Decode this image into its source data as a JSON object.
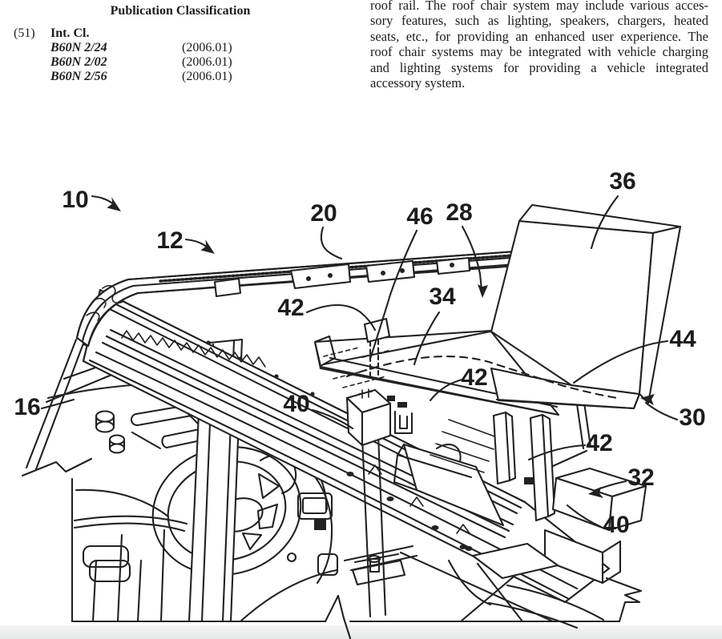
{
  "classification": {
    "heading": "Publication Classification",
    "field_number": "(51)",
    "int_cl_label": "Int. Cl.",
    "entries": [
      {
        "code": "B60N 2/24",
        "date": "(2006.01)"
      },
      {
        "code": "B60N 2/02",
        "date": "(2006.01)"
      },
      {
        "code": "B60N 2/56",
        "date": "(2006.01)"
      }
    ]
  },
  "abstract": {
    "lines": [
      "roof rail. The roof chair system may include various acces-",
      "sory features, such as lighting, speakers, chargers, heated",
      "seats, etc., for providing an enhanced user experience. The",
      "roof chair systems may be integrated with vehicle charging",
      "and lighting systems for providing a vehicle integrated",
      "accessory system."
    ]
  },
  "figure": {
    "labels": [
      {
        "ref": "10"
      },
      {
        "ref": "12"
      },
      {
        "ref": "20"
      },
      {
        "ref": "46"
      },
      {
        "ref": "28"
      },
      {
        "ref": "36"
      },
      {
        "ref": "34"
      },
      {
        "ref": "42"
      },
      {
        "ref": "42"
      },
      {
        "ref": "40"
      },
      {
        "ref": "16"
      },
      {
        "ref": "42"
      },
      {
        "ref": "30"
      },
      {
        "ref": "32"
      },
      {
        "ref": "40"
      },
      {
        "ref": "44"
      }
    ]
  },
  "colors": {
    "ink": "#1c1c1c",
    "paper": "#ffffff",
    "footer_bar": "#ededed"
  }
}
